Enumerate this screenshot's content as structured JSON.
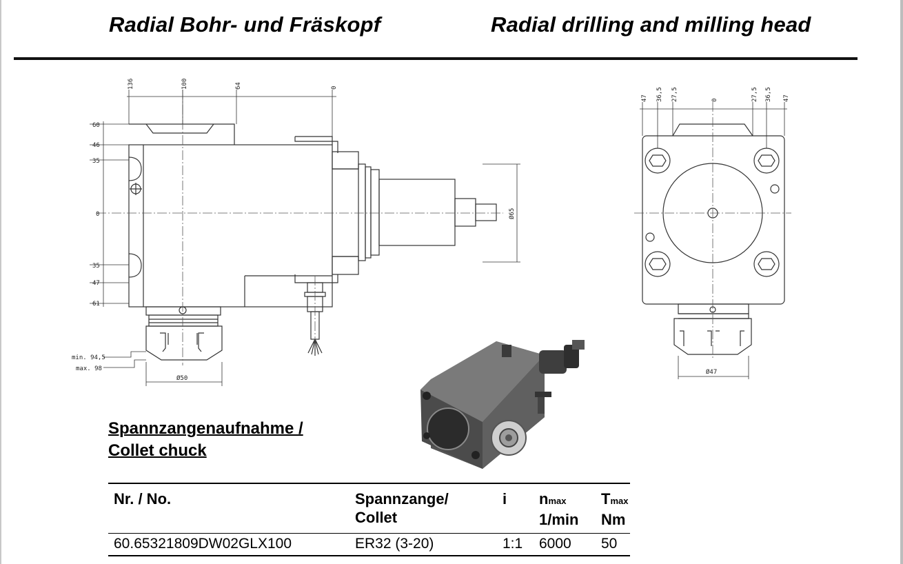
{
  "header": {
    "title_de": "Radial Bohr- und Fräskopf",
    "title_en": "Radial drilling and milling head"
  },
  "drawing_side": {
    "top_dims": [
      "136",
      "100",
      "64",
      "0"
    ],
    "left_dims": [
      "60",
      "46",
      "35",
      "0",
      "35",
      "47",
      "61"
    ],
    "collet_min": "min. 94,5",
    "collet_max": "max. 98",
    "dia_bottom": "Ø50",
    "dia_right": "Ø65"
  },
  "drawing_front": {
    "top_dims": [
      "47",
      "36,5",
      "27,5",
      "0",
      "27,5",
      "36,5",
      "47"
    ],
    "dia_bottom": "Ø47"
  },
  "product_photo": {
    "icon": "radial-head-photo"
  },
  "section": {
    "heading_line1": "Spannzangenaufnahme /",
    "heading_line2": "Collet chuck"
  },
  "table": {
    "headers": {
      "no": "Nr. / No.",
      "collet_line1": "Spannzange/",
      "collet_line2": "Collet",
      "i": "i",
      "n_main": "n",
      "n_sub": "max",
      "n_unit": "1/min",
      "t_main": "T",
      "t_sub": "max",
      "t_unit": "Nm"
    },
    "rows": [
      {
        "no": "60.65321809DW02GLX100",
        "collet": "ER32 (3-20)",
        "i": "1:1",
        "n": "6000",
        "t": "50"
      }
    ]
  },
  "colors": {
    "text": "#000000",
    "line": "#333333",
    "photo_body": "#6b6b6b"
  }
}
